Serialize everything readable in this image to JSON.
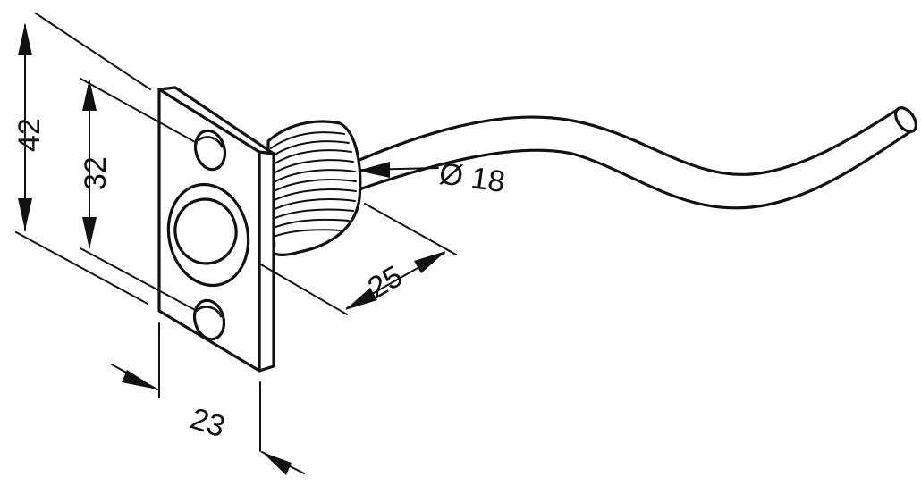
{
  "dimensions": {
    "height_outer": "42",
    "height_holes": "32",
    "thickness": "23",
    "thread_length": "25",
    "diameter": "Ø 18"
  },
  "colors": {
    "line": "#111111",
    "background": "#ffffff"
  }
}
